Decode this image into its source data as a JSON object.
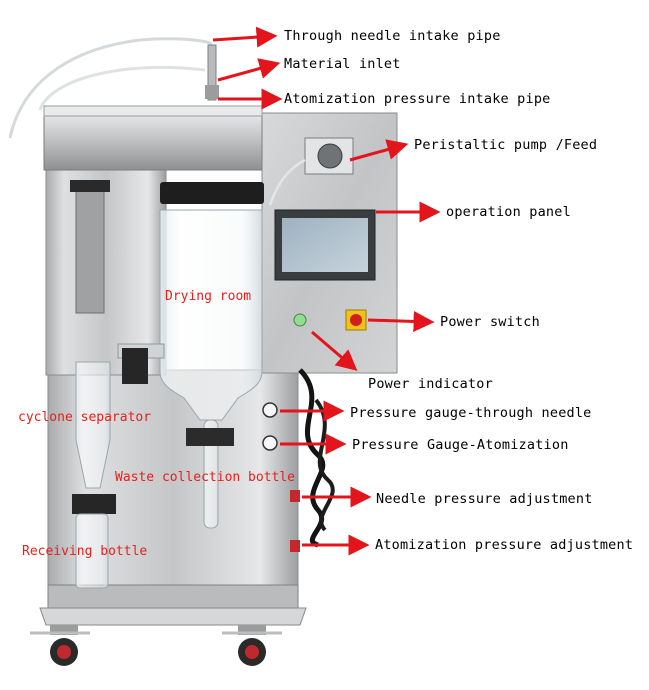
{
  "labels": {
    "through_needle_intake_pipe": "Through needle intake pipe",
    "material_inlet": "Material inlet",
    "atomization_pressure_intake_pipe": "Atomization pressure intake pipe",
    "peristaltic_pump_feed": "Peristaltic pump /Feed",
    "operation_panel": "operation panel",
    "power_switch": "Power switch",
    "power_indicator": "Power indicator",
    "pressure_gauge_through_needle": "Pressure gauge-through needle",
    "pressure_gauge_atomization": "Pressure Gauge-Atomization",
    "needle_pressure_adjustment": "Needle pressure adjustment",
    "atomization_pressure_adjustment": "Atomization pressure adjustment",
    "drying_room": "Drying room",
    "cyclone_separator": "cyclone separator",
    "waste_collection_bottle": "Waste collection bottle",
    "receiving_bottle": "Receiving bottle"
  },
  "colors": {
    "arrow": "#e3141b",
    "label_text": "#000000",
    "callout_text": "#e8201c",
    "steel": "#c9cbcd",
    "background": "#ffffff"
  }
}
